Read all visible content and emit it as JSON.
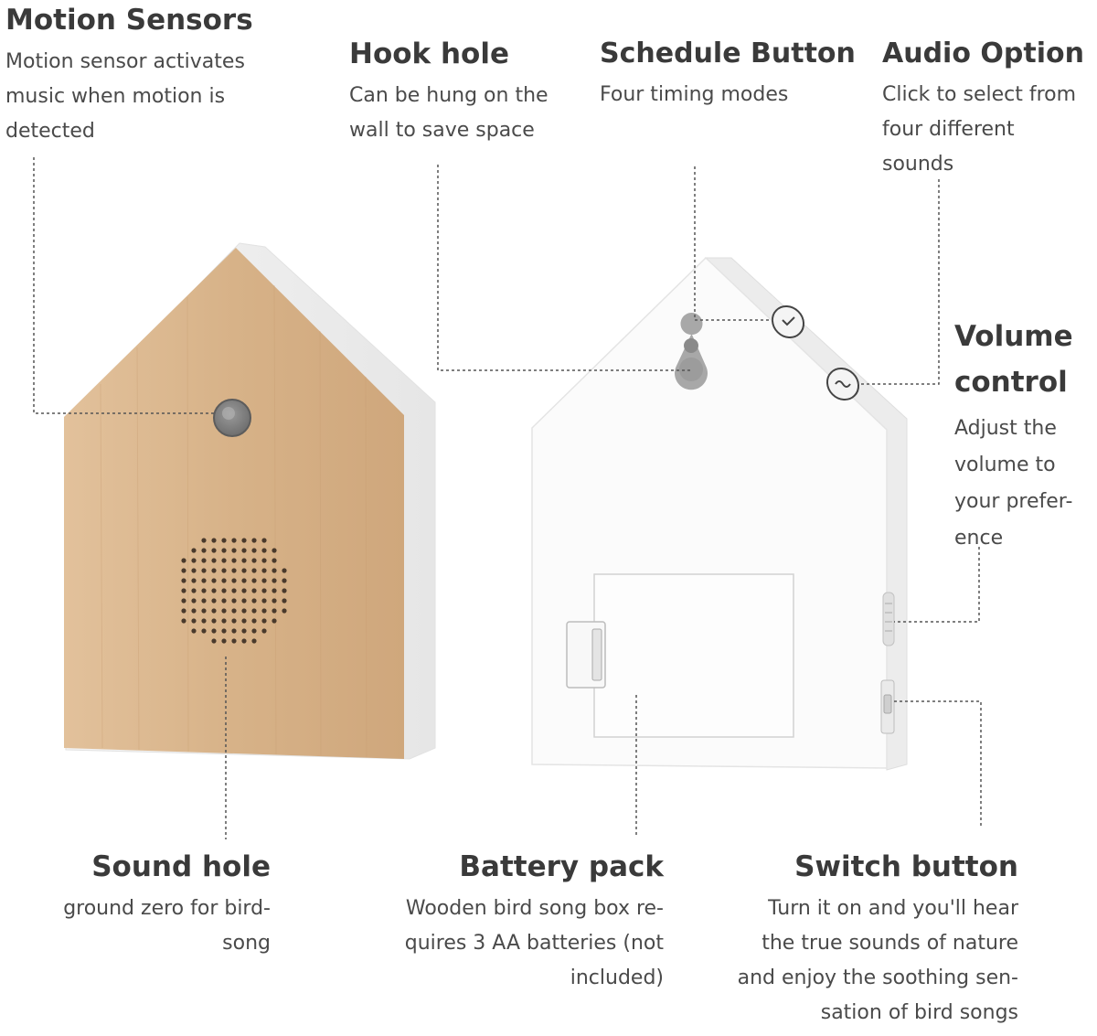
{
  "callouts": {
    "motion_sensors": {
      "title": "Motion Sensors",
      "lines": [
        "Motion sensor activates",
        "music when motion is",
        "detected"
      ]
    },
    "hook_hole": {
      "title": "Hook hole",
      "lines": [
        "Can be hung on the",
        "wall to save space"
      ]
    },
    "schedule_button": {
      "title": "Schedule Button",
      "lines": [
        "Four timing modes"
      ]
    },
    "audio_option": {
      "title": "Audio Option",
      "lines": [
        "Click to select from",
        "four different",
        "sounds"
      ]
    },
    "volume_control": {
      "title_lines": [
        "Volume",
        "control"
      ],
      "lines": [
        "Adjust the",
        "volume to",
        "your prefer-",
        "ence"
      ]
    },
    "sound_hole": {
      "title": "Sound hole",
      "lines": [
        "ground zero for bird-",
        "song"
      ]
    },
    "battery_pack": {
      "title": "Battery pack",
      "lines": [
        "Wooden bird song box re-",
        "quires 3 AA batteries (not",
        "included)"
      ]
    },
    "switch_button": {
      "title": "Switch button",
      "lines": [
        "Turn it on and you'll hear",
        "the true sounds of nature",
        "and enjoy the soothing sen-",
        "sation of bird songs"
      ]
    }
  },
  "colors": {
    "text": "#3a3a3a",
    "wood": "#d9b38a",
    "device_white": "#ffffff",
    "leader_line": "#555555"
  }
}
